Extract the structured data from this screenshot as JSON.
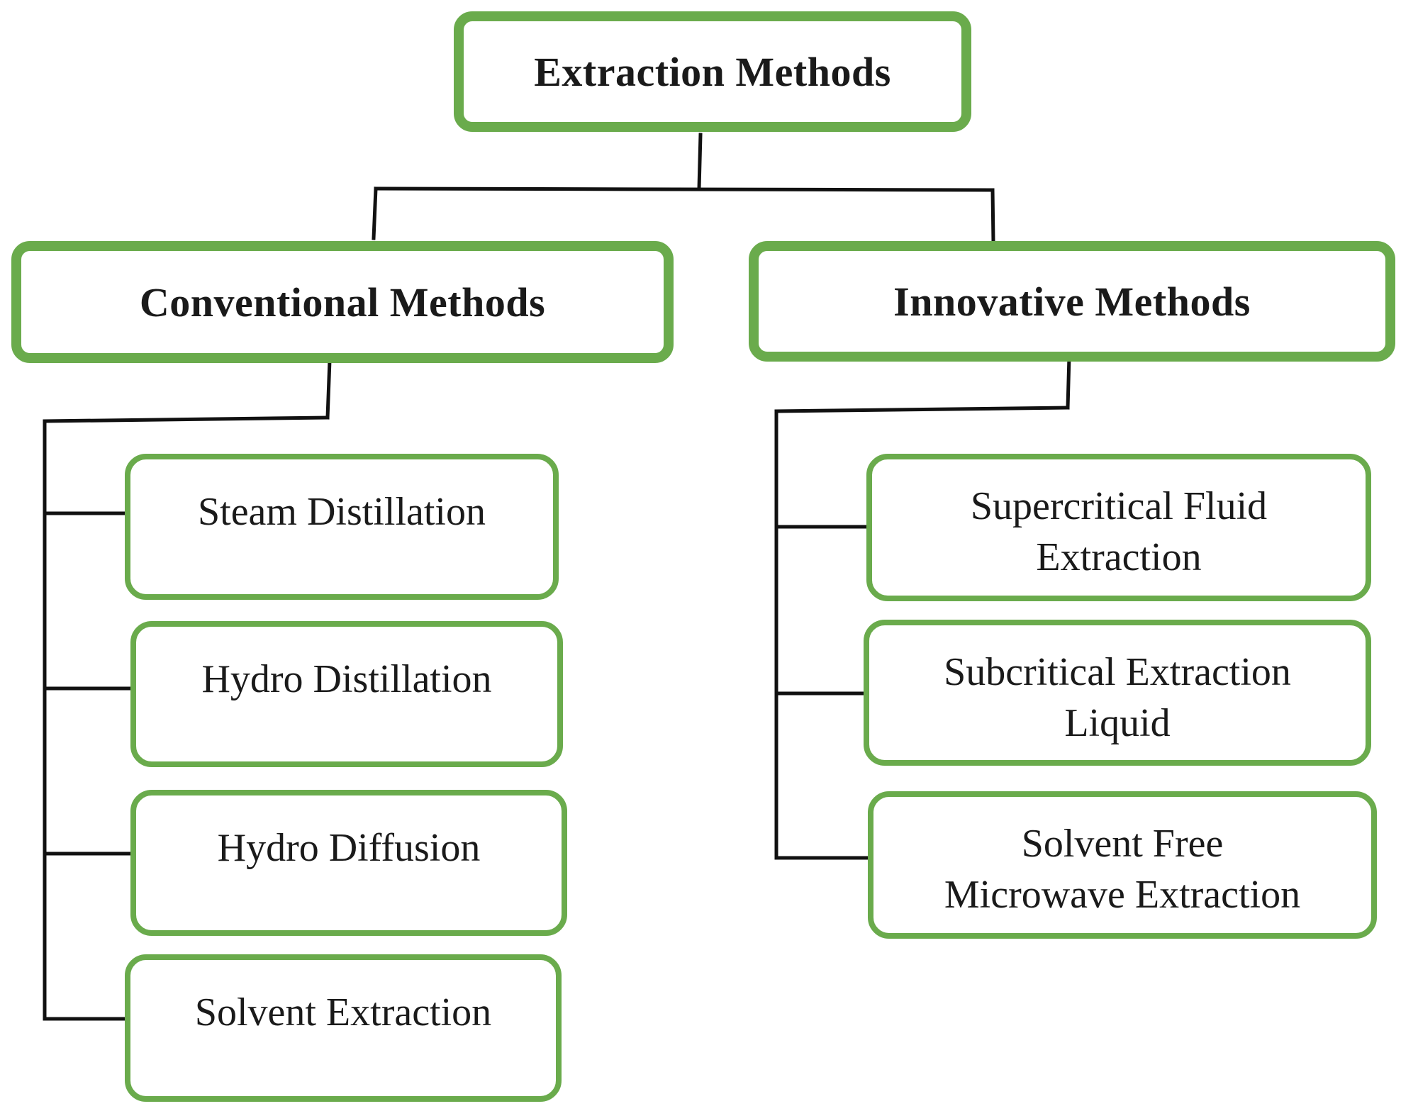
{
  "diagram": {
    "root": {
      "label": "Extraction Methods"
    },
    "categories": [
      {
        "label": "Conventional Methods",
        "methods": [
          {
            "label": "Steam Distillation"
          },
          {
            "label": "Hydro Distillation"
          },
          {
            "label": "Hydro Diffusion"
          },
          {
            "label": "Solvent Extraction"
          }
        ]
      },
      {
        "label": "Innovative Methods",
        "methods": [
          {
            "lines": [
              "Supercritical Fluid",
              "Extraction"
            ]
          },
          {
            "lines": [
              "Subcritical Extraction",
              "Liquid"
            ]
          },
          {
            "lines": [
              "Solvent Free",
              "Microwave Extraction"
            ]
          }
        ]
      }
    ],
    "colors": {
      "box_border": "#6aab4c",
      "connector": "#111111"
    }
  }
}
